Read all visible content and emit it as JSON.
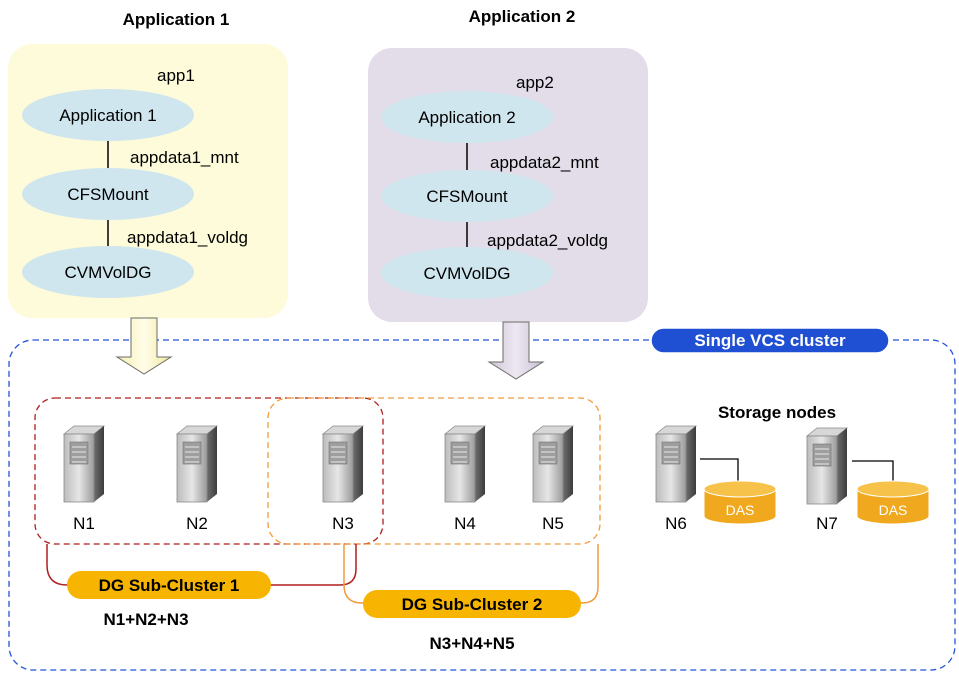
{
  "app1": {
    "title": "Application 1",
    "resources": [
      {
        "name": "Application 1",
        "label": "app1"
      },
      {
        "name": "CFSMount",
        "label": "appdata1_mnt"
      },
      {
        "name": "CVMVolDG",
        "label": "appdata1_voldg"
      }
    ]
  },
  "app2": {
    "title": "Application 2",
    "resources": [
      {
        "name": "Application 2",
        "label": "app2"
      },
      {
        "name": "CFSMount",
        "label": "appdata2_mnt"
      },
      {
        "name": "CVMVolDG",
        "label": "appdata2_voldg"
      }
    ]
  },
  "cluster": {
    "label": "Single VCS cluster"
  },
  "nodes": [
    "N1",
    "N2",
    "N3",
    "N4",
    "N5",
    "N6",
    "N7"
  ],
  "storage": {
    "label": "Storage nodes",
    "das": "DAS"
  },
  "subclusters": [
    {
      "label": "DG Sub-Cluster 1",
      "members": "N1+N2+N3"
    },
    {
      "label": "DG Sub-Cluster 2",
      "members": "N3+N4+N5"
    }
  ],
  "colors": {
    "app1_panel": "#fdfbd9",
    "app2_panel": "#e3ddea",
    "resource": "#cfe6ef",
    "cluster_border": "#2455d6",
    "cluster_badge": "#1f4fd3",
    "subcluster1": "#b01e1e",
    "subcluster2": "#f29a3c",
    "badge": "#f7b400"
  }
}
